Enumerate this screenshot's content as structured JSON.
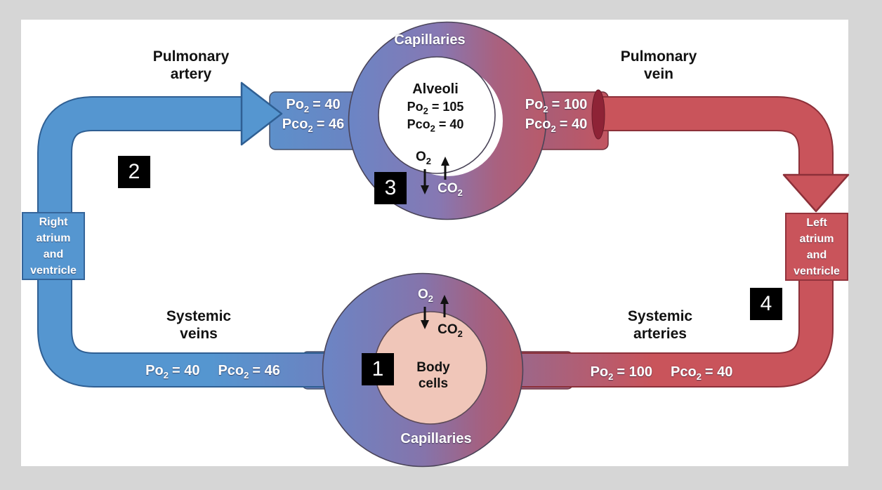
{
  "colors": {
    "background": "#d6d6d6",
    "panel": "#ffffff",
    "vein_blue": "#5596d0",
    "vein_blue_outline": "#2f5f93",
    "artery_red": "#c9545b",
    "artery_red_outline": "#8c3039",
    "ring_blue": "#6b85c5",
    "ring_purple": "#8678b3",
    "ring_red": "#b85a6a",
    "body_cells_pink": "#f0c6b9",
    "marker_bg": "#000000",
    "marker_fg": "#ffffff"
  },
  "vessels": {
    "pulmonary_artery": [
      "Pulmonary",
      "artery"
    ],
    "pulmonary_vein": [
      "Pulmonary",
      "vein"
    ],
    "systemic_veins": [
      "Systemic",
      "veins"
    ],
    "systemic_arteries": [
      "Systemic",
      "arteries"
    ]
  },
  "heart": {
    "right": [
      "Right",
      "atrium",
      "and",
      "ventricle"
    ],
    "left": [
      "Left",
      "atrium",
      "and",
      "ventricle"
    ]
  },
  "readings": {
    "pa": [
      {
        "gas": "Po",
        "sub": "2",
        "val": "= 40"
      },
      {
        "gas": "Pco",
        "sub": "2",
        "val": "= 46"
      }
    ],
    "pv": [
      {
        "gas": "Po",
        "sub": "2",
        "val": "= 100"
      },
      {
        "gas": "Pco",
        "sub": "2",
        "val": "= 40"
      }
    ],
    "sv": [
      {
        "gas": "Po",
        "sub": "2",
        "val": "= 40"
      },
      {
        "gas": "Pco",
        "sub": "2",
        "val": "= 46"
      }
    ],
    "sa": [
      {
        "gas": "Po",
        "sub": "2",
        "val": "= 100"
      },
      {
        "gas": "Pco",
        "sub": "2",
        "val": "= 40"
      }
    ],
    "alv": [
      {
        "gas": "Po",
        "sub": "2",
        "val": "= 105"
      },
      {
        "gas": "Pco",
        "sub": "2",
        "val": "= 40"
      }
    ]
  },
  "rings": {
    "top": {
      "label": "Capillaries",
      "title": "Alveoli"
    },
    "bottom": {
      "label": "Capillaries",
      "title": [
        "Body",
        "cells"
      ]
    }
  },
  "gases": {
    "o2": {
      "name": "O",
      "sub": "2"
    },
    "co2": {
      "name": "CO",
      "sub": "2"
    }
  },
  "markers": [
    "1",
    "2",
    "3",
    "4"
  ]
}
